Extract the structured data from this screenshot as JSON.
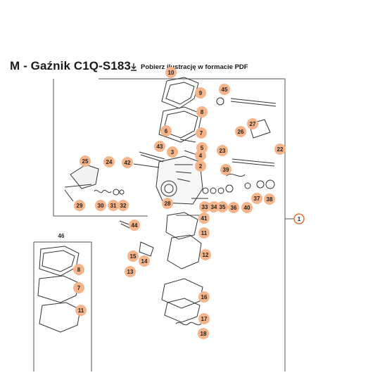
{
  "header": {
    "title": "M - Gaźnik C1Q-S183",
    "download_label": "Pobierz ilustrację w formacie PDF"
  },
  "diagram": {
    "main_callout": "1",
    "callout_color": "#f5b48a",
    "main_callout_color": "#e8722c",
    "parts": [
      "9",
      "8",
      "7",
      "6",
      "5",
      "4",
      "3",
      "2",
      "45",
      "27",
      "26",
      "22",
      "23",
      "43",
      "42",
      "25",
      "24",
      "39",
      "29",
      "30",
      "31",
      "32",
      "28",
      "33",
      "34",
      "35",
      "36",
      "37",
      "38",
      "40",
      "41",
      "44",
      "11",
      "15",
      "14",
      "13",
      "12",
      "16",
      "17",
      "18",
      "10",
      "46"
    ],
    "inset_parts": [
      "8",
      "7",
      "11"
    ]
  }
}
